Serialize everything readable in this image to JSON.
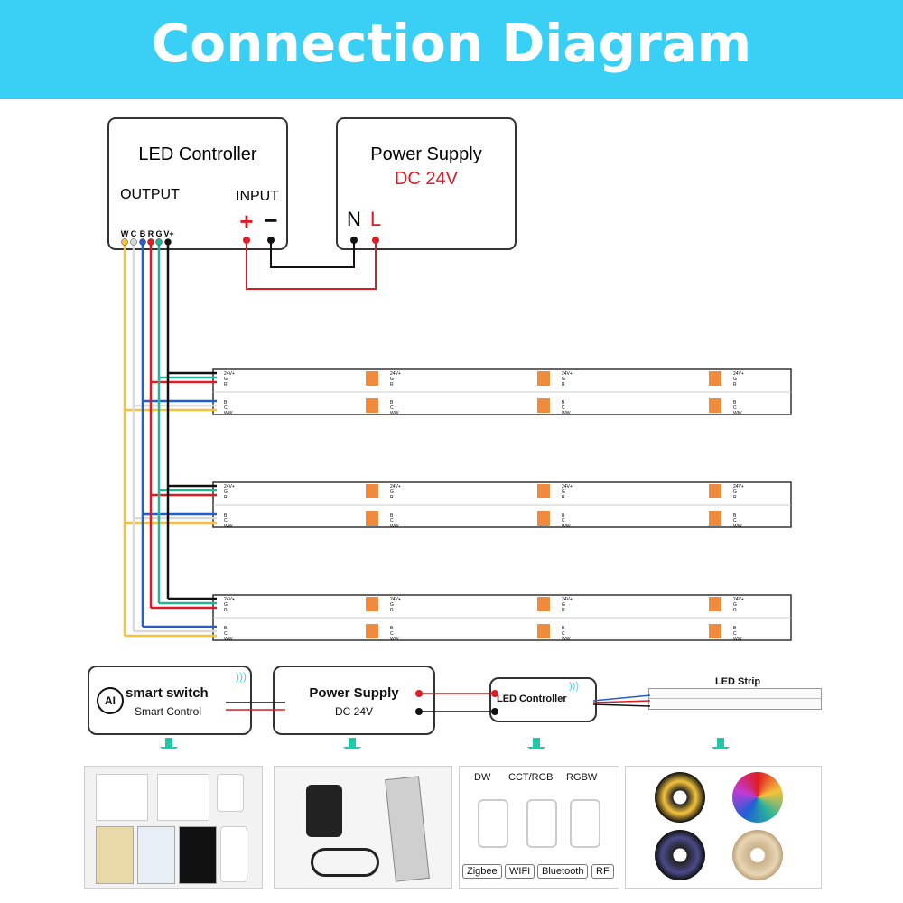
{
  "header": {
    "title": "Connection Diagram"
  },
  "controller": {
    "title": "LED Controller",
    "output_label": "OUTPUT",
    "input_label": "INPUT",
    "plus": "+",
    "minus": "−",
    "pins": [
      "W",
      "C",
      "B",
      "R",
      "G",
      "V+"
    ]
  },
  "power": {
    "title": "Power Supply",
    "voltage": "DC 24V",
    "n": "N",
    "l": "L"
  },
  "strip_labels": {
    "v": "24V+",
    "g": "G",
    "r": "R",
    "b": "B",
    "c": "C",
    "ww": "WW"
  },
  "bottom": {
    "smart_switch": {
      "icon_text": "AI",
      "title": "smart switch",
      "subtitle": "Smart Control"
    },
    "power_supply": {
      "title": "Power Supply",
      "voltage": "DC 24V"
    },
    "led_controller": {
      "title": "LED Controller"
    },
    "led_strip": {
      "title": "LED Strip"
    },
    "controller_types": [
      "DW",
      "CCT/RGB",
      "RGBW"
    ],
    "protocols": [
      "Zigbee",
      "WIFI",
      "Bluetooth",
      "RF"
    ]
  },
  "colors": {
    "header": "#3ad0f5",
    "w": "#f5c33b",
    "c": "#d9d9d9",
    "b": "#1f5fd6",
    "r": "#e01b24",
    "g": "#2bb39a",
    "v": "#111111",
    "arrow": "#1fc9a8"
  }
}
